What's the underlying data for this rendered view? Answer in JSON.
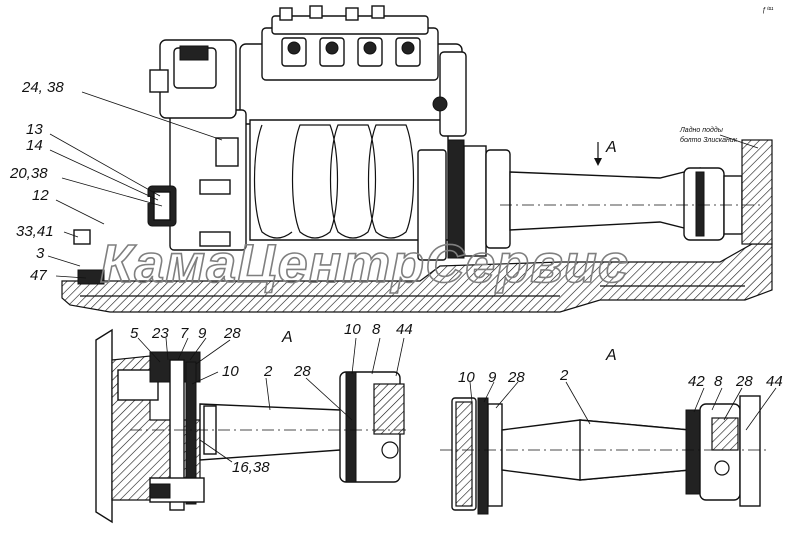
{
  "drawing": {
    "labels_main": [
      "24, 38",
      "13",
      "14",
      "20,38",
      "12",
      "33,41",
      "3",
      "47"
    ],
    "view_marker": "A",
    "watermark": "КамаЦентрСервис",
    "corner_note": "ƒ⁰¹¹",
    "callout_note": [
      "Ладно подды",
      "болто Злисканик"
    ],
    "detail_left": {
      "title": "A",
      "labels": [
        "5",
        "23",
        "7",
        "9",
        "28",
        "10",
        "2",
        "28",
        "10",
        "8",
        "44",
        "16,38"
      ]
    },
    "detail_right": {
      "title": "A",
      "labels": [
        "10",
        "9",
        "28",
        "2",
        "42",
        "8",
        "28",
        "44"
      ]
    }
  }
}
